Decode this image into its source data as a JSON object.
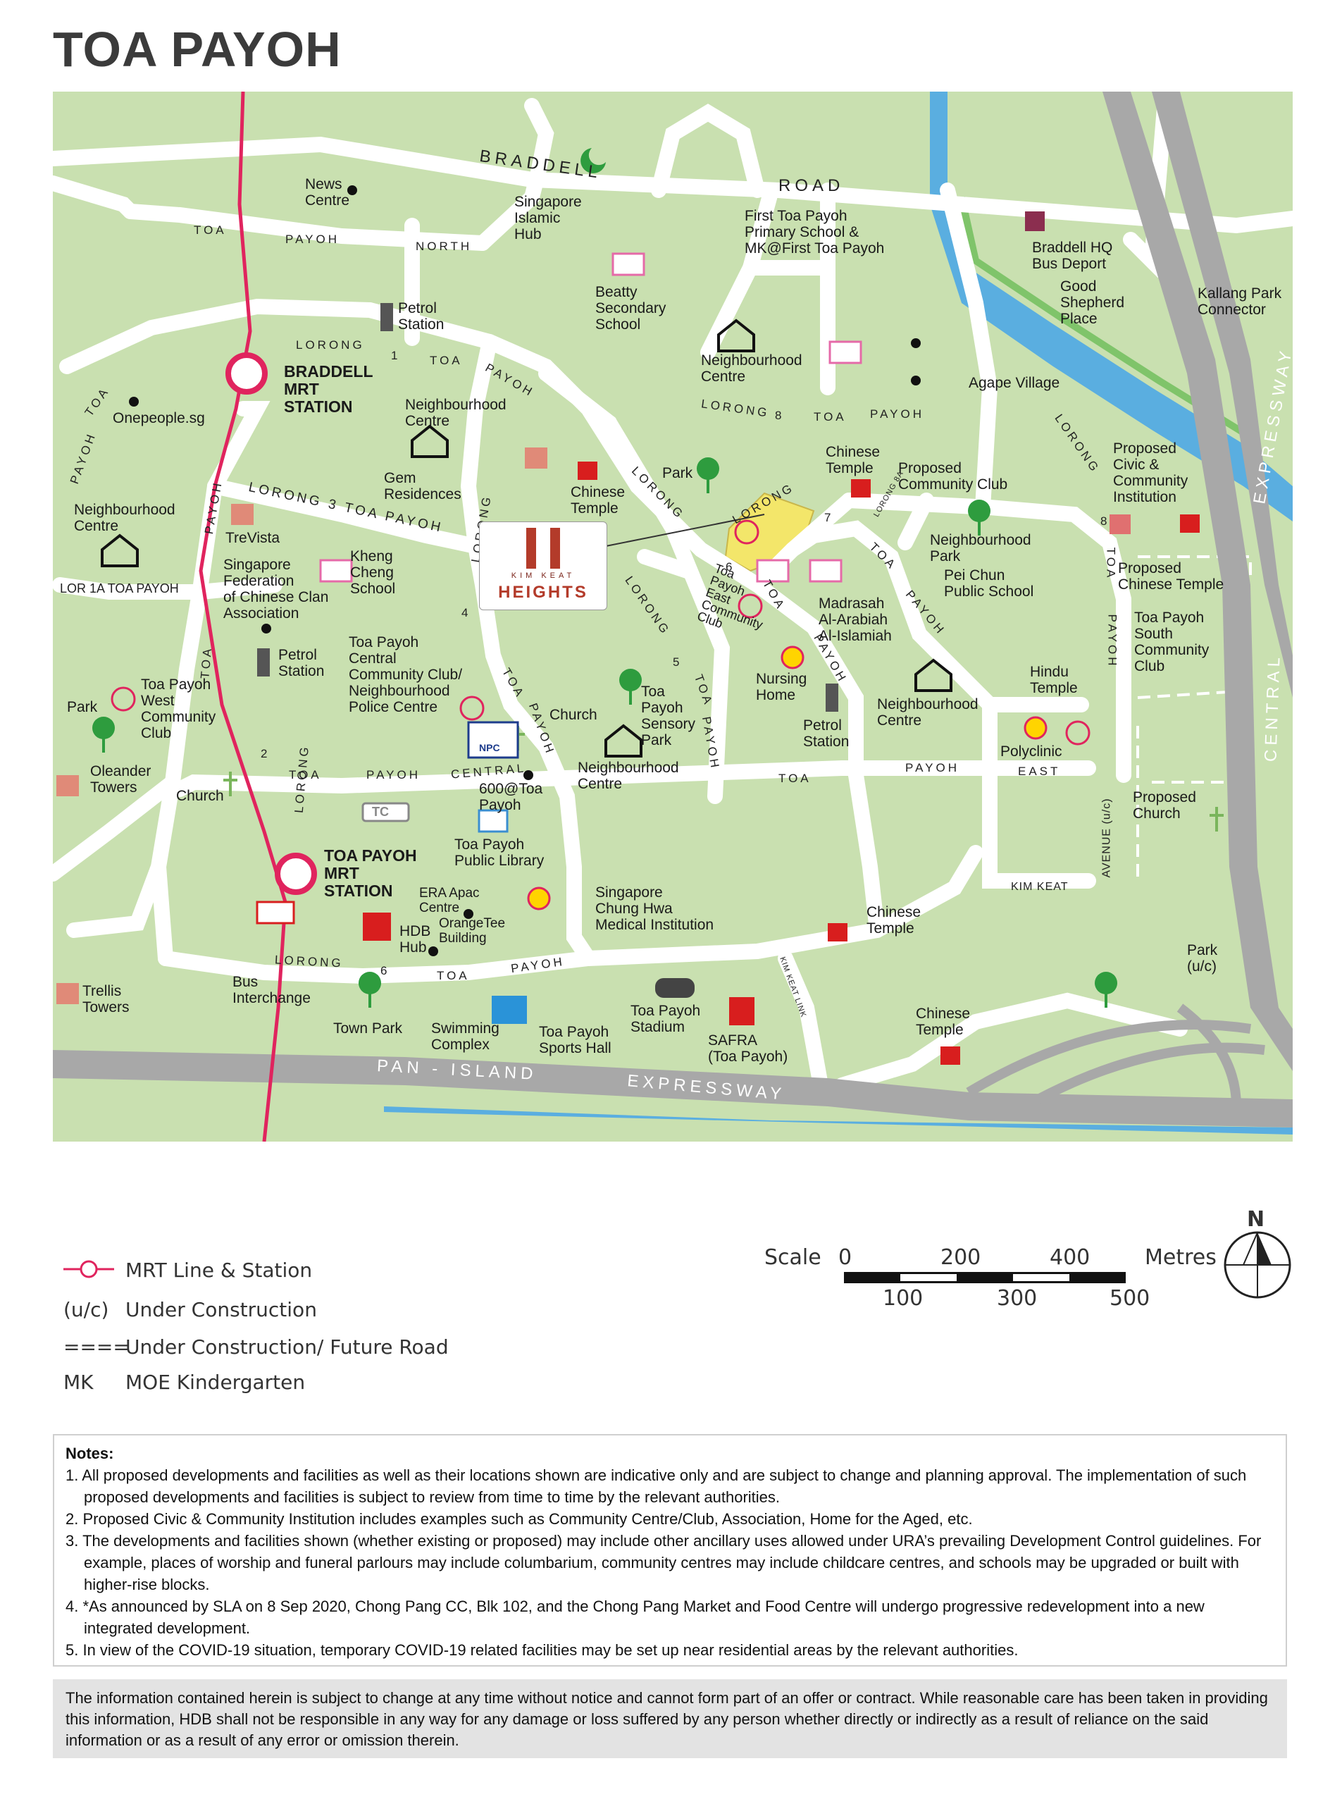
{
  "page_title": "TOA PAYOH",
  "map": {
    "roads": {
      "braddell": "BRADDELL",
      "road": "ROAD",
      "toa": "TOA",
      "payoh": "PAYOH",
      "north": "NORTH",
      "lorong": "LORONG",
      "one": "1",
      "two": "2",
      "three": "3",
      "four": "4",
      "five": "5",
      "six": "6",
      "seven": "7",
      "eight": "8",
      "lorong3_toa_payoh": "LORONG 3 TOA PAYOH",
      "lor1a": "LOR 1A TOA PAYOH",
      "central": "CENTRAL",
      "east": "EAST",
      "kim_keat": "KIM KEAT",
      "avenue_uc": "AVENUE (u/c)",
      "kim_keat_link": "KIM KEAT LINK",
      "lorong8a": "LORONG 8A",
      "pan": "PAN - ISLAND",
      "expressway": "EXPRESSWAY",
      "central_expressway_1": "EXPRESSWAY",
      "central_expressway_2": "CENTRAL"
    },
    "mrt": {
      "braddell": "BRADDELL\nMRT\nSTATION",
      "toa_payoh": "TOA PAYOH\nMRT\nSTATION"
    },
    "estate": {
      "small": "KIM     KEAT",
      "big": "HEIGHTS"
    },
    "places": {
      "news_centre": "News\nCentre",
      "singapore_islamic_hub": "Singapore\nIslamic\nHub",
      "first_toa_payoh_pri": "First Toa Payoh\nPrimary School &\nMK@First Toa Payoh",
      "braddell_hq": "Braddell HQ\nBus Deport",
      "good_shepherd": "Good\nShepherd\nPlace",
      "kallang_park_connector": "Kallang Park\nConnector",
      "beatty": "Beatty\nSecondary\nSchool",
      "petrol_1": "Petrol\nStation",
      "nc_top": "Neighbourhood\nCentre",
      "agape": "Agape Village",
      "onepeople": "Onepeople.sg",
      "nc_mid": "Neighbourhood\nCentre",
      "gem_residences": "Gem\nResidences",
      "chinese_temple_1": "Chinese\nTemple",
      "park_1": "Park",
      "chinese_temple_2": "Chinese\nTemple",
      "proposed_cc": "Proposed\nCommunity Club",
      "proposed_civic": "Proposed\nCivic &\nCommunity\nInstitution",
      "nc_left": "Neighbourhood\nCentre",
      "trevista": "TreVista",
      "sfcca": "Singapore\nFederation\nof Chinese Clan\nAssociation",
      "kheng_cheng": "Kheng\nCheng\nSchool",
      "nb_park": "Neighbourhood\nPark",
      "pei_chun": "Pei Chun\nPublic School",
      "proposed_chinese_temple": "Proposed\nChinese Temple",
      "tpe_cc": "Toa\nPayoh\nEast\nCommunity\nClub",
      "madrasah": "Madrasah\nAl-Arabiah\nAl-Islamiah",
      "tps_cc": "Toa Payoh\nSouth\nCommunity\nClub",
      "petrol_2": "Petrol\nStation",
      "tp_central_cc": "Toa Payoh\nCentral\nCommunity Club/\nNeighbourhood\nPolice Centre",
      "church_1": "Church",
      "sensory_park": "Toa\nPayoh\nSensory\nPark",
      "nursing_home": "Nursing\nHome",
      "petrol_3": "Petrol\nStation",
      "nc_right": "Neighbourhood\nCentre",
      "hindu_temple": "Hindu\nTemple",
      "polyclinic": "Polyclinic",
      "tp_west_cc": "Toa Payoh\nWest\nCommunity\nClub",
      "park_2": "Park",
      "oleander": "Oleander\nTowers",
      "church_2": "Church",
      "nc_central": "Neighbourhood\nCentre",
      "600tp": "600@Toa\nPayoh",
      "library": "Toa Payoh\nPublic Library",
      "proposed_church": "Proposed\nChurch",
      "era": "ERA Apac\nCentre",
      "orangetee": "OrangeTee\nBuilding",
      "hdb_hub": "HDB\nHub",
      "chung_hwa": "Singapore\nChung Hwa\nMedical Institution",
      "chinese_temple_3": "Chinese\nTemple",
      "park_uc": "Park\n(u/c)",
      "trellis": "Trellis\nTowers",
      "bus_interchange": "Bus\nInterchange",
      "town_park": "Town Park",
      "swimming": "Swimming\nComplex",
      "sports_hall": "Toa Payoh\nSports Hall",
      "stadium": "Toa Payoh\nStadium",
      "safra": "SAFRA\n(Toa Payoh)",
      "chinese_temple_4": "Chinese\nTemple",
      "tc": "TC",
      "npc": "NPC"
    }
  },
  "legend": {
    "mrt": "MRT Line & Station",
    "uc_sym": "(u/c)",
    "uc": "Under Construction",
    "future_sym": "====",
    "future": "Under Construction/ Future Road",
    "mk_sym": "MK",
    "mk": "MOE Kindergarten"
  },
  "scale": {
    "label": "Scale",
    "t0": "0",
    "t200": "200",
    "t400": "400",
    "unit": "Metres",
    "t100": "100",
    "t300": "300",
    "t500": "500",
    "north": "N"
  },
  "notes": {
    "heading": "Notes:",
    "items": [
      "1. All proposed developments and facilities as well as their locations shown are indicative only and are subject to change and planning approval. The implementation of such proposed developments and facilities is subject to review from time to time by the relevant authorities.",
      "2. Proposed Civic & Community Institution includes examples such as Community Centre/Club, Association, Home for the Aged, etc.",
      "3. The developments and facilities shown (whether existing or proposed) may include other ancillary uses allowed under URA’s prevailing Development Control guidelines. For example, places of worship and funeral parlours may include columbarium, community centres may include childcare centres, and schools may be upgraded or built with higher-rise blocks.",
      "4. *As announced by SLA on 8 Sep 2020, Chong Pang CC, Blk 102, and the Chong Pang Market and Food Centre will undergo progressive redevelopment into a new integrated development.",
      "5. In view of the COVID-19 situation, temporary COVID-19 related facilities may be set up near residential areas by the relevant authorities."
    ]
  },
  "disclaimer": "The information contained herein is subject to change at any time without notice and cannot form part of an offer or contract. While reasonable care has been taken in providing this information, HDB shall not be responsible in any way for any damage or loss suffered by any person whether directly or indirectly as a result of reliance on the said information or as a result of any error or omission therein.",
  "colors": {
    "land": "#c9e0b0",
    "road": "#ffffff",
    "expressway": "#a8a8a8",
    "river": "#5aaee0",
    "mrt": "#e0245e",
    "site": "#f3e66a",
    "heights": "#b33b2a"
  }
}
